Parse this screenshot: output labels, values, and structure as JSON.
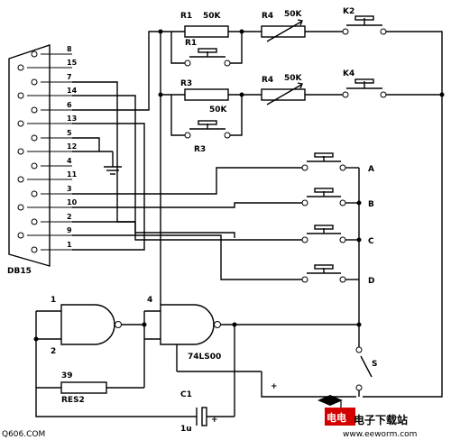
{
  "connector": {
    "name": "DB15",
    "pins_upper": [
      "8",
      "15",
      "7",
      "14",
      "6",
      "13",
      "5",
      "12",
      "4",
      "11",
      "3",
      "10",
      "2",
      "9",
      "1"
    ]
  },
  "resistors": {
    "r1": "R1",
    "r1_value": "50K",
    "r1_switch": "R1",
    "r4_top": "R4",
    "r4_top_value": "50K",
    "r3": "R3",
    "r3_value": "50K",
    "r3_switch": "R3",
    "r4_mid": "R4",
    "r4_mid_value": "50K"
  },
  "switches": {
    "k2": "K2",
    "k4": "K4",
    "a": "A",
    "b": "B",
    "c": "C",
    "d": "D",
    "s": "S"
  },
  "logic": {
    "gate1_pin_in1": "1",
    "gate1_pin_in2": "2",
    "gate2_pin": "4",
    "ic": "74LS00",
    "r_fb": "39",
    "r_fb_type": "RES2",
    "cap": "C1",
    "cap_value": "1u",
    "plus": "+"
  },
  "watermark": {
    "left_site": "Q606.COM",
    "brand_cn": "电子下载站",
    "brand_site": "www.eeworm.com"
  }
}
